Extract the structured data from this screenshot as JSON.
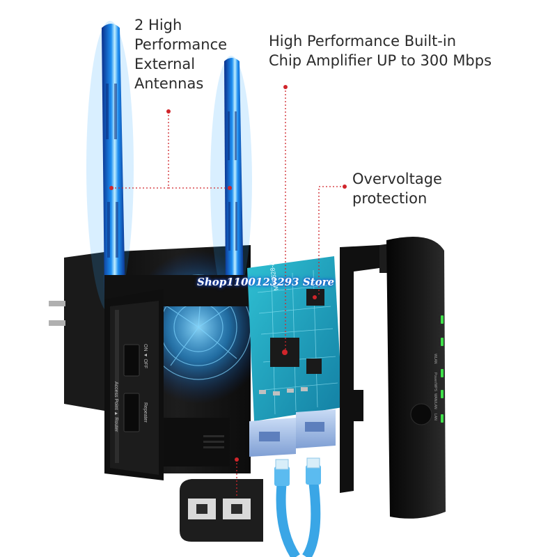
{
  "callouts": {
    "antennas": [
      "2 High",
      "Performance",
      "External",
      "Antennas"
    ],
    "chip": [
      "High Performance Built-in",
      "Chip Amplifier UP to 300 Mbps"
    ],
    "overvoltage": [
      "Overvoltage",
      "protection"
    ]
  },
  "watermark": "Shop1100123293 Store",
  "chip_marking": "MT7628-A",
  "switch_labels": {
    "power": "ON ▼ OFF",
    "mode": "Repeater",
    "mode_sub": "Access Point ▲ Router"
  },
  "led_labels": [
    "WLAN",
    "Power/WPS",
    "WAN/LAN",
    "LAN"
  ],
  "colors": {
    "device_body": "#141414",
    "antenna_glow": "#2aa7ff",
    "pcb": "#1ea0b8",
    "led": "#3fe04a",
    "callout_line": "#d0252b",
    "cable": "#3aa6e6",
    "port_block": "#9cb9e4"
  }
}
